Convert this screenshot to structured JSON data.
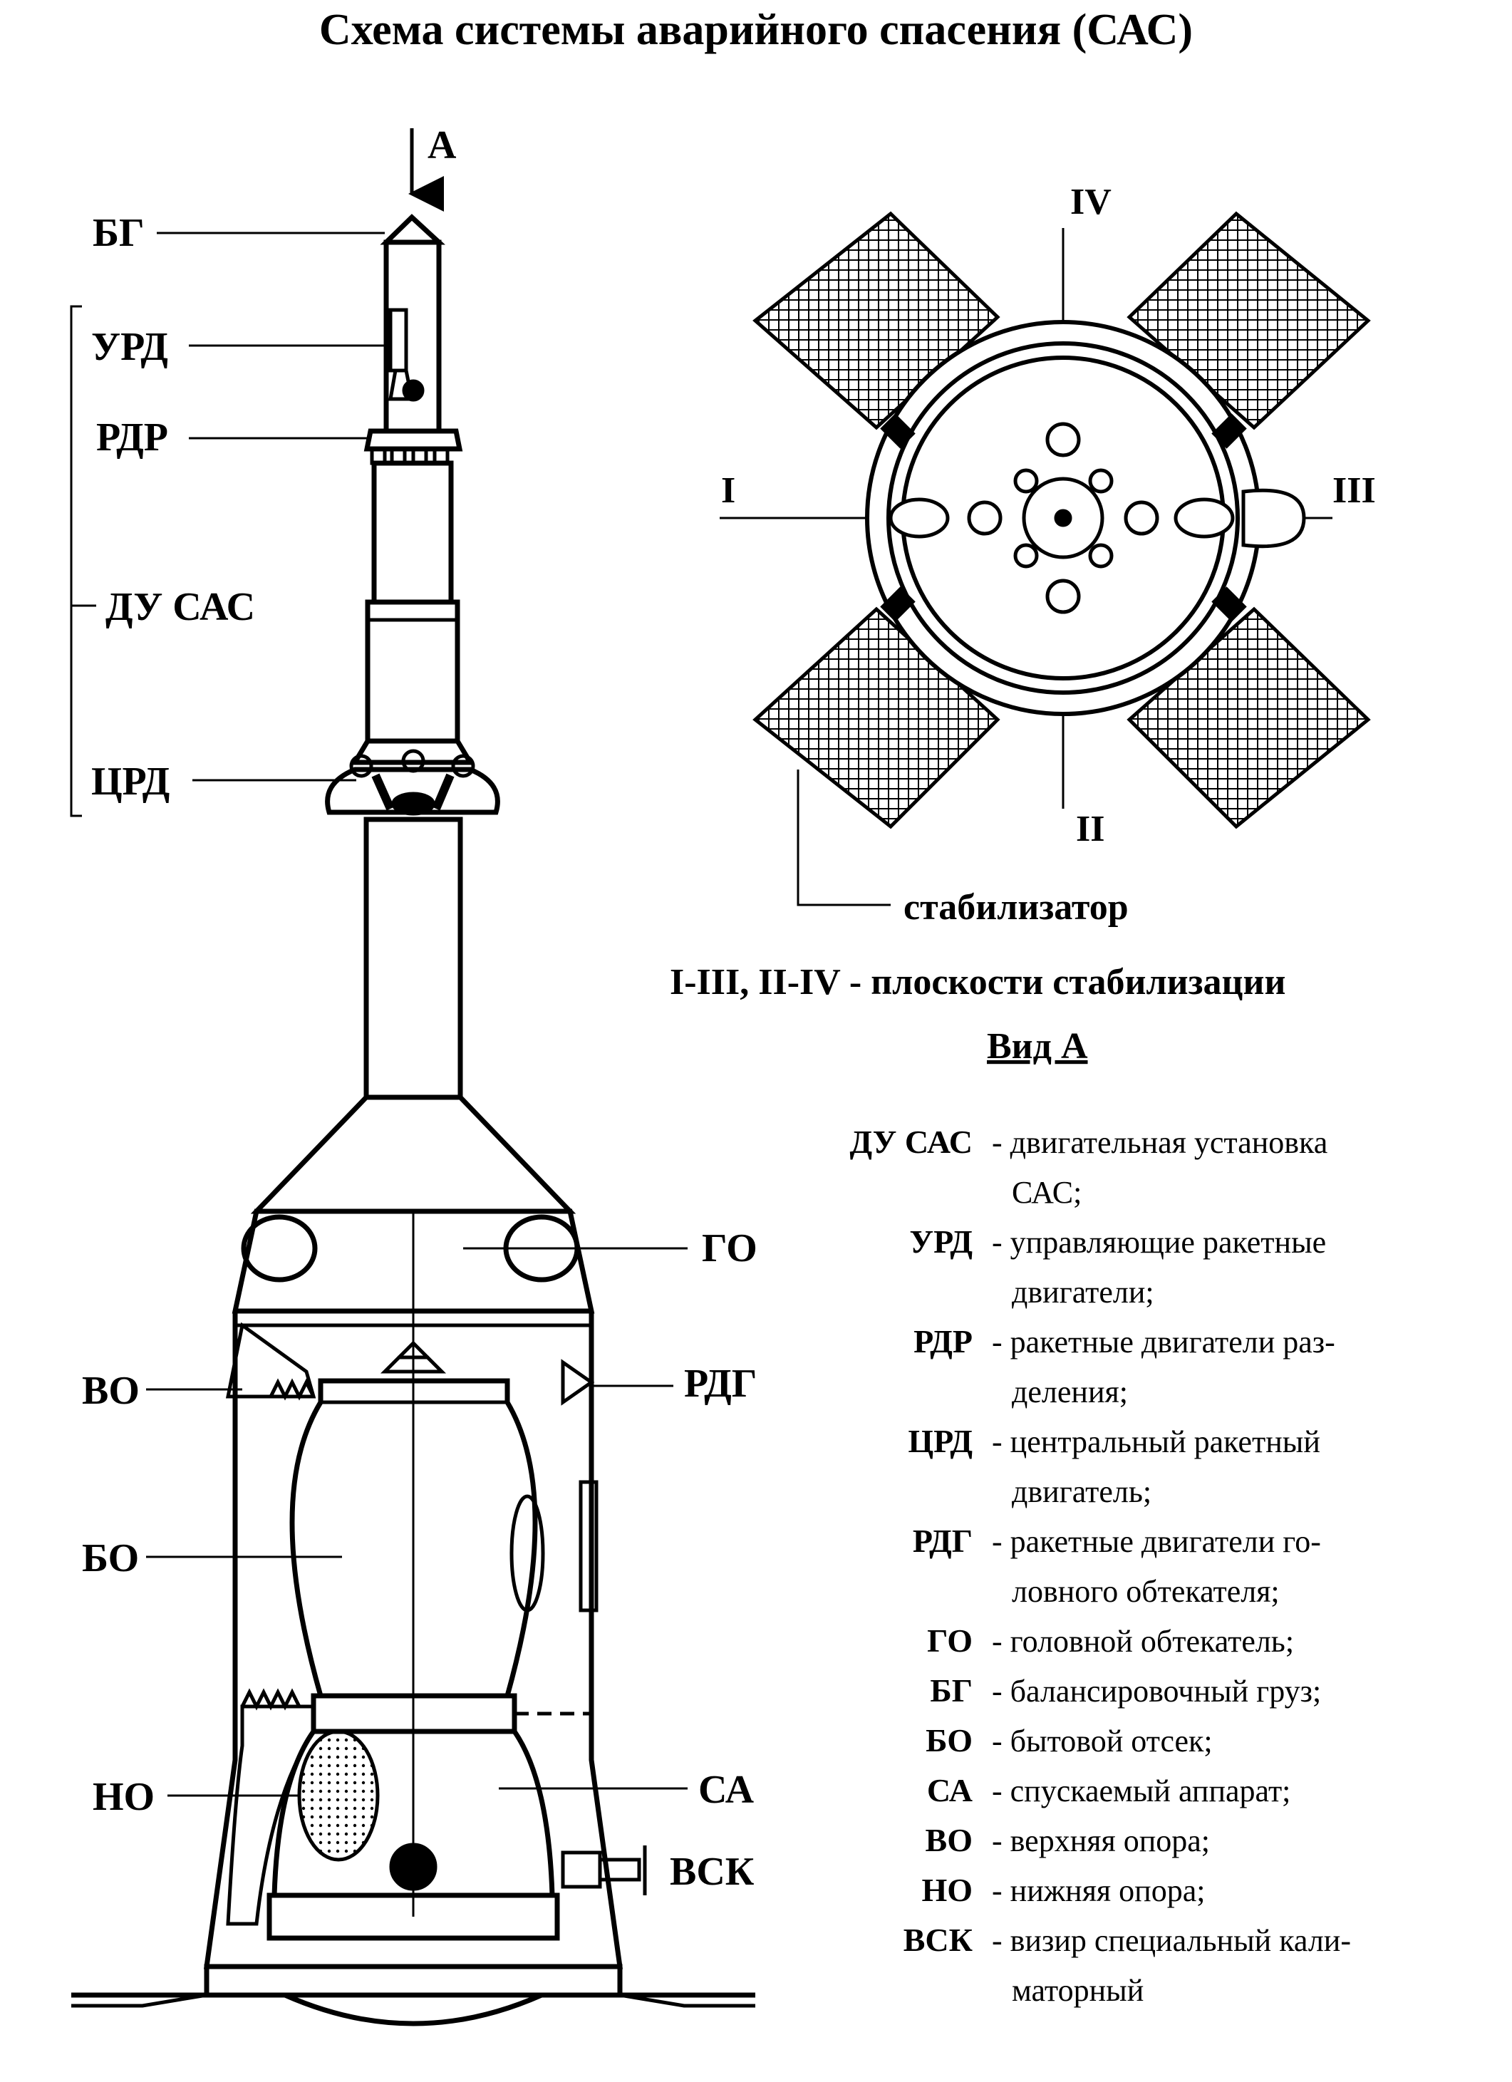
{
  "title": "Схема  системы аварийного спасения (САС)",
  "side_view_labels": {
    "arrow": "А",
    "bg": "БГ",
    "urd": "УРД",
    "rdr": "РДР",
    "du_sas": "ДУ САС",
    "crd": "ЦРД",
    "go": "ГО",
    "vo": "ВО",
    "rdg": "РДГ",
    "bo": "БО",
    "no": "НО",
    "sa": "СА",
    "vsk": "ВСК"
  },
  "view_a": {
    "axis_labels": {
      "i": "I",
      "ii": "II",
      "iii": "III",
      "iv": "IV"
    },
    "stabilizer_label": "стабилизатор",
    "planes_caption": "I-III, II-IV - плоскости  стабилизации",
    "view_title": "Вид А"
  },
  "legend": [
    {
      "abbr": "ДУ САС",
      "lines": [
        "- двигательная установка",
        "САС;"
      ]
    },
    {
      "abbr": "УРД",
      "lines": [
        "- управляющие ракетные",
        "двигатели;"
      ]
    },
    {
      "abbr": "РДР",
      "lines": [
        "- ракетные двигатели раз-",
        "деления;"
      ]
    },
    {
      "abbr": "ЦРД",
      "lines": [
        "- центральный ракетный",
        "двигатель;"
      ]
    },
    {
      "abbr": "РДГ",
      "lines": [
        "- ракетные двигатели го-",
        "ловного обтекателя;"
      ]
    },
    {
      "abbr": "ГО",
      "lines": [
        "- головной обтекатель;"
      ]
    },
    {
      "abbr": "БГ",
      "lines": [
        "- балансировочный груз;"
      ]
    },
    {
      "abbr": "БО",
      "lines": [
        "- бытовой отсек;"
      ]
    },
    {
      "abbr": "СА",
      "lines": [
        "- спускаемый аппарат;"
      ]
    },
    {
      "abbr": "ВО",
      "lines": [
        "- верхняя опора;"
      ]
    },
    {
      "abbr": "НО",
      "lines": [
        "- нижняя опора;"
      ]
    },
    {
      "abbr": "ВСК",
      "lines": [
        "- визир специальный кали-",
        "маторный"
      ]
    }
  ]
}
